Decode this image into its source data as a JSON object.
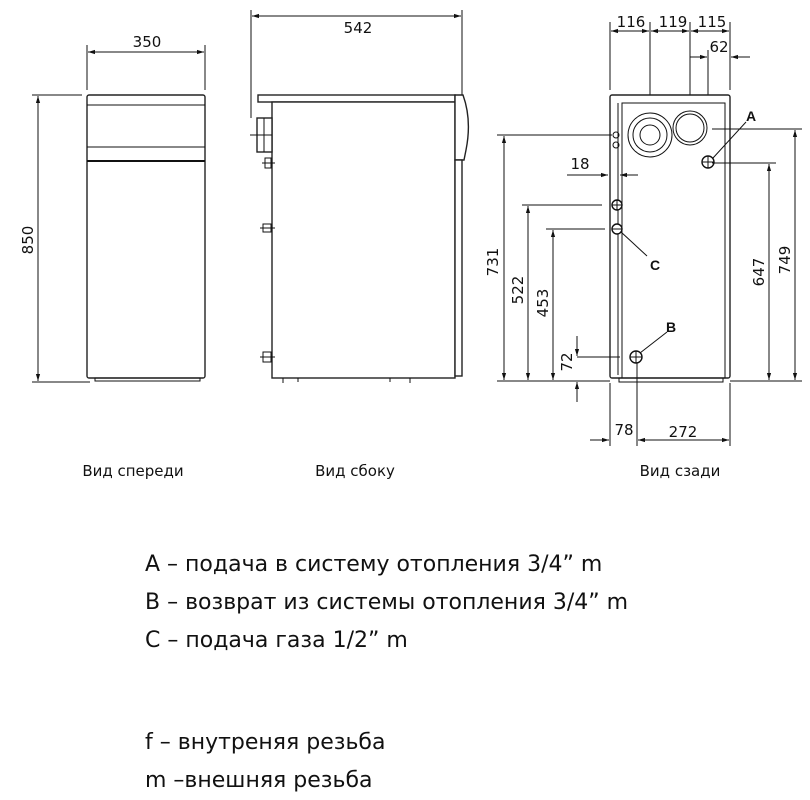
{
  "front_view": {
    "caption": "Вид спереди",
    "width": "350",
    "height": "850"
  },
  "side_view": {
    "caption": "Вид сбоку",
    "depth": "542"
  },
  "back_view": {
    "caption": "Вид сзади",
    "top_dims": [
      "116",
      "119",
      "115"
    ],
    "offset_62": "62",
    "offset_18": "18",
    "heights": {
      "h731": "731",
      "h522": "522",
      "h453": "453",
      "h72": "72",
      "h647": "647",
      "h749": "749"
    },
    "bottom_dims": [
      "78",
      "272"
    ],
    "labels": {
      "a": "A",
      "b": "B",
      "c": "C"
    }
  },
  "legend": [
    "A – подача в систему отопления 3/4” m",
    "B – возврат из системы отопления 3/4” m",
    "C – подача газа 1/2” m",
    "f –  внутреняя резьба",
    "m –внешняя резьба"
  ]
}
